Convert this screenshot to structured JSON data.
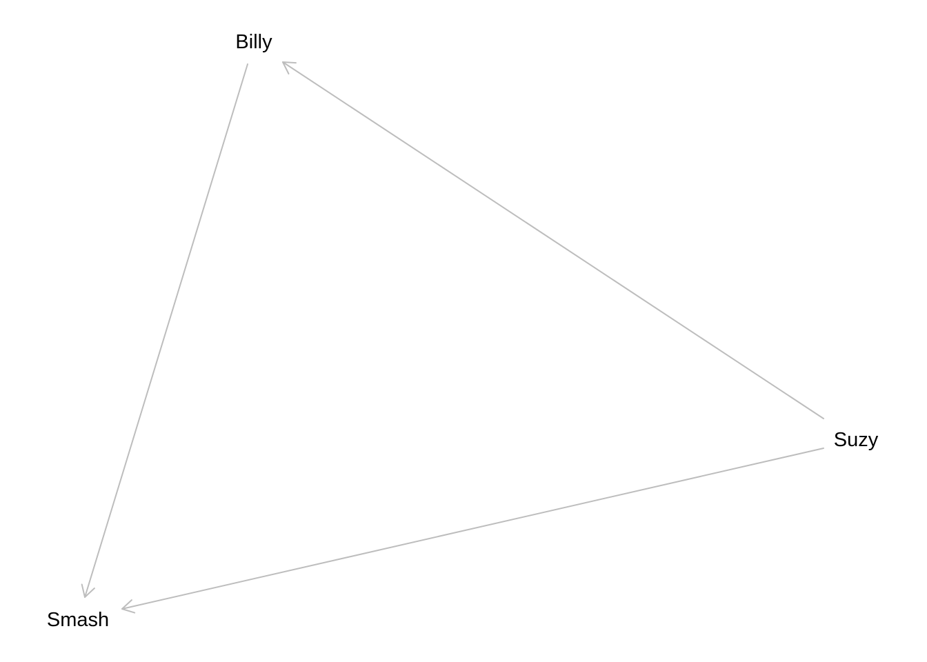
{
  "diagram": {
    "type": "directed-graph",
    "edge_color": "#bdbdbd",
    "text_color": "#000000",
    "nodes": [
      {
        "id": "billy",
        "label": "Billy"
      },
      {
        "id": "suzy",
        "label": "Suzy"
      },
      {
        "id": "smash",
        "label": "Smash"
      }
    ],
    "edges": [
      {
        "from": "suzy",
        "to": "billy"
      },
      {
        "from": "billy",
        "to": "smash"
      },
      {
        "from": "suzy",
        "to": "smash"
      }
    ]
  }
}
